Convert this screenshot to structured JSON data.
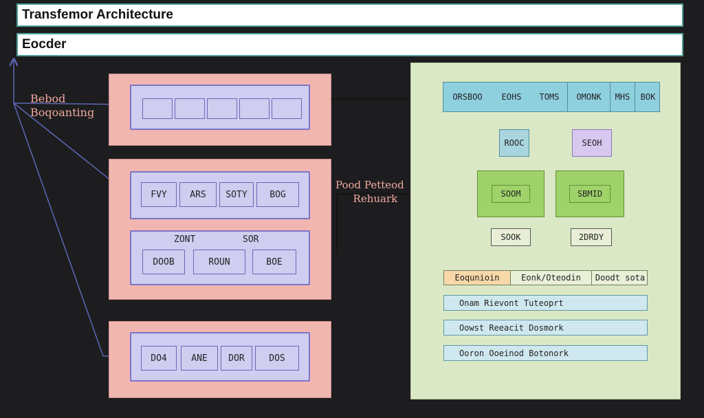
{
  "header": {
    "title": "Transfemor Architecture",
    "subtitle": "Eocder"
  },
  "side_label": {
    "line1": "Bebod",
    "line2": "Boqoanting"
  },
  "ffn_label": {
    "line1": "Pood Petteod",
    "line2": "Rehuark"
  },
  "panel1": {
    "cells": [
      "",
      "",
      "",
      "",
      ""
    ]
  },
  "panel2": {
    "row1": [
      "FVY",
      "ARS",
      "SOTY",
      "BOG"
    ],
    "sub_labels": [
      "ZONT",
      "SOR"
    ],
    "row2": [
      "DOOB",
      "ROUN",
      "BOE"
    ]
  },
  "panel3": {
    "row": [
      "DO4",
      "ANE",
      "DOR",
      "DOS"
    ]
  },
  "right": {
    "top_row": [
      "ORSBOO",
      "EOHS",
      "TOMS",
      "OMONK",
      "MHS",
      "BOK"
    ],
    "box_left_top": "ROOC",
    "box_right_top": "SEOH",
    "green_left": "SOOM",
    "green_right": "SBMID",
    "box_left_bottom": "SOOK",
    "box_right_bottom": "2DRDY",
    "bottom_segments": [
      "Eoqunioin",
      "Eonk/Oteodin",
      "Doodt sota"
    ],
    "rows": [
      "Onam Rievont Tuteoprt",
      "Oowst Reeacit Dosmork",
      "Ooron Ooeinod Botonork"
    ]
  },
  "colors": {
    "background": "#1d1d1f",
    "pink_panel": "#f2b6b0",
    "lavender": "#cfcdf0",
    "green_panel": "#dbe8c6",
    "green_box": "#9fd36a",
    "blue_box": "#8fd0df",
    "light_blue_row": "#cfe8ef",
    "purple_box": "#d8c8ef",
    "arrow_blue": "#5b67b5",
    "label_pink": "#f3aaa0"
  }
}
